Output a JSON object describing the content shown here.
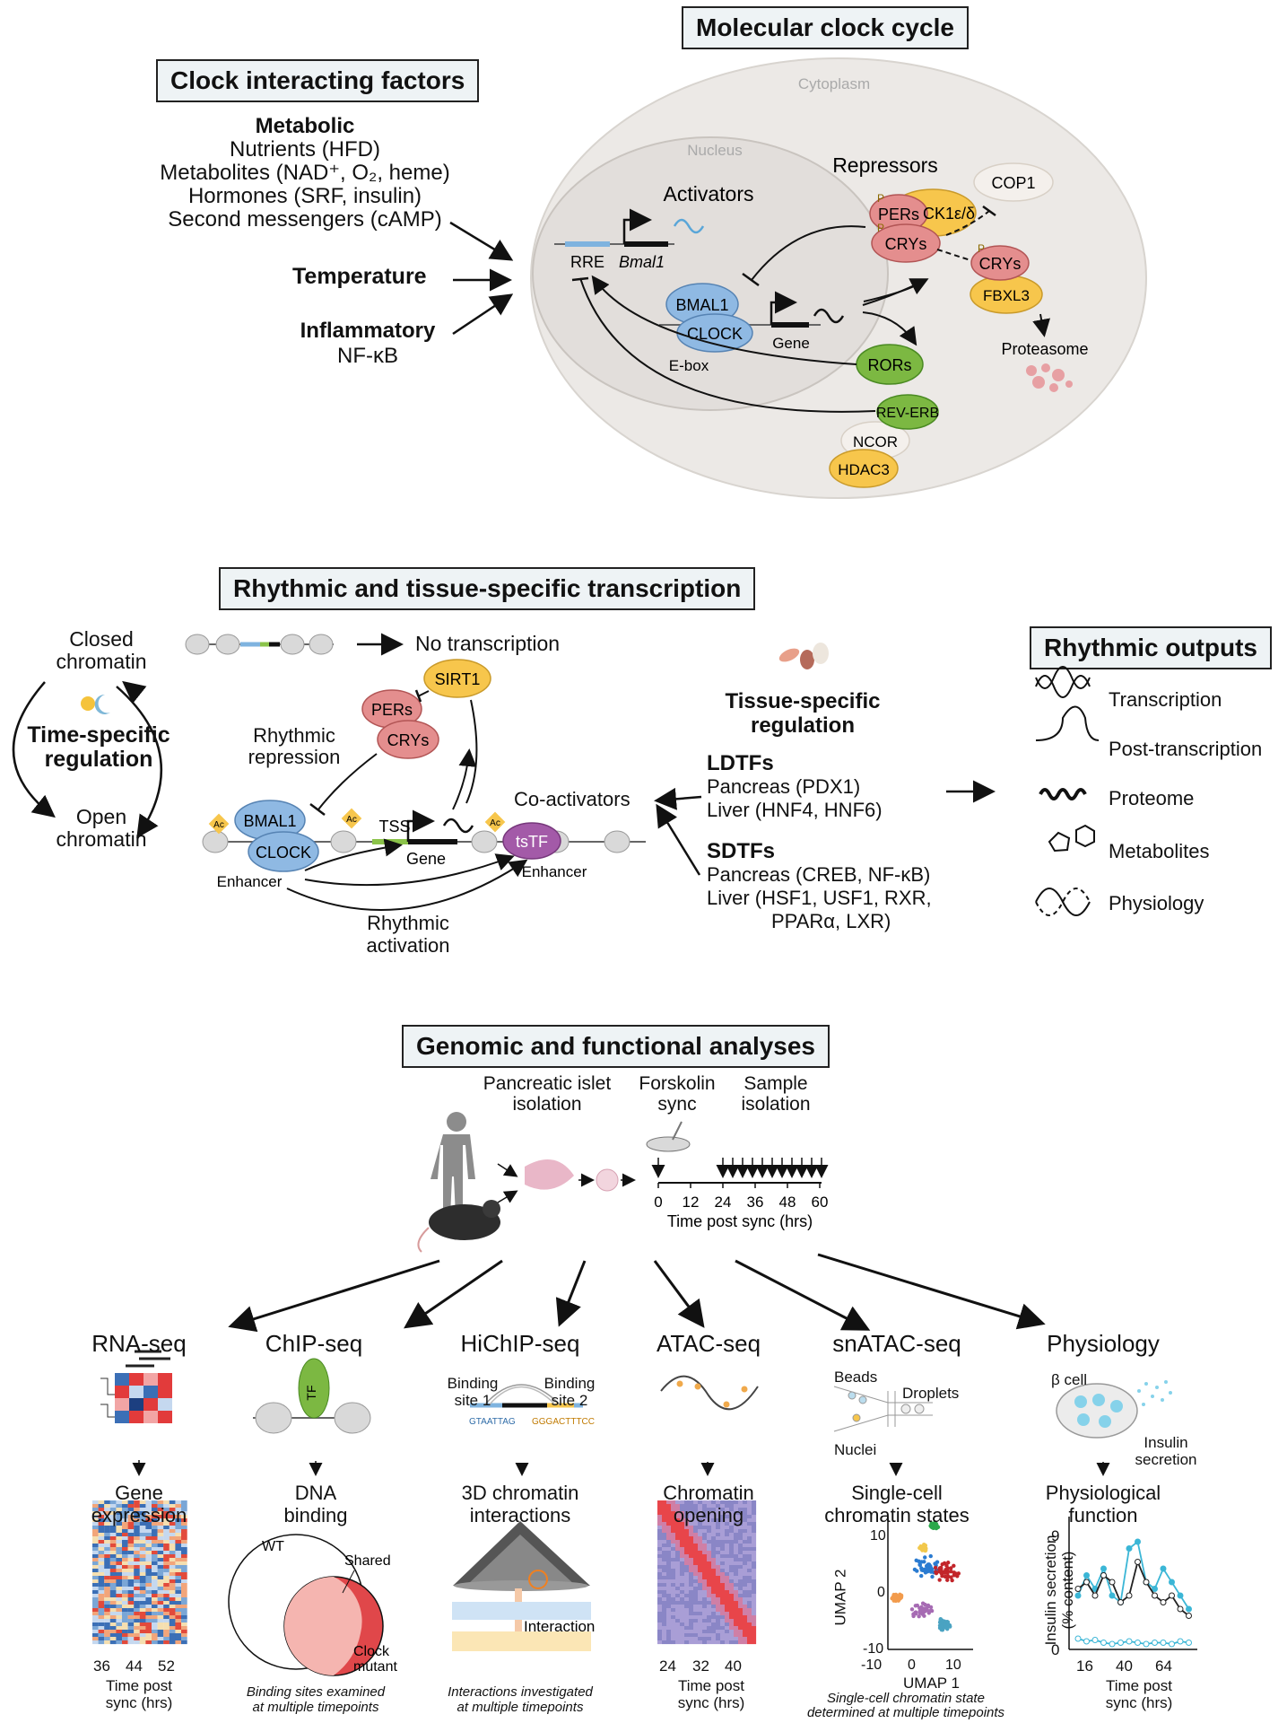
{
  "section1": {
    "clock_factors_title": "Clock interacting factors",
    "metabolic": {
      "title": "Metabolic",
      "lines": [
        "Nutrients (HFD)",
        "Metabolites (NAD⁺, O₂, heme)",
        "Hormones (SRF, insulin)",
        "Second messengers (cAMP)"
      ]
    },
    "temperature": "Temperature",
    "inflammatory": {
      "title": "Inflammatory",
      "line": "NF-κB"
    },
    "cycle_title": "Molecular clock cycle",
    "cytoplasm": "Cytoplasm",
    "nucleus": "Nucleus",
    "activators": "Activators",
    "repressors": "Repressors",
    "rre": "RRE",
    "bmal1_gene": "Bmal1",
    "bmal1": "BMAL1",
    "clock": "CLOCK",
    "ebox": "E-box",
    "gene": "Gene",
    "pers": "PERs",
    "crys": "CRYs",
    "ck1": "CK1ε/δ",
    "cop1": "COP1",
    "fbxl3": "FBXL3",
    "proteasome": "Proteasome",
    "rors": "RORs",
    "reverb": "REV-ERB",
    "ncor": "NCOR",
    "hdac3": "HDAC3",
    "p": "P"
  },
  "section2": {
    "title": "Rhythmic and tissue-specific transcription",
    "closed": [
      "Closed",
      "chromatin"
    ],
    "open": [
      "Open",
      "chromatin"
    ],
    "time_specific": [
      "Time-specific",
      "regulation"
    ],
    "no_transcription": "No transcription",
    "rhythmic_repression": [
      "Rhythmic",
      "repression"
    ],
    "rhythmic_activation": [
      "Rhythmic",
      "activation"
    ],
    "sirt1": "SIRT1",
    "pers": "PERs",
    "crys": "CRYs",
    "bmal1": "BMAL1",
    "clock": "CLOCK",
    "tss": "TSS",
    "gene": "Gene",
    "enhancer": "Enhancer",
    "tstf": "tsTF",
    "coactivators": "Co-activators",
    "ac": "Ac",
    "tissue_specific": [
      "Tissue-specific",
      "regulation"
    ],
    "ldtfs": {
      "title": "LDTFs",
      "lines": [
        "Pancreas (PDX1)",
        "Liver (HNF4, HNF6)"
      ]
    },
    "sdtfs": {
      "title": "SDTFs",
      "lines": [
        "Pancreas (CREB, NF-κB)",
        "Liver (HSF1, USF1, RXR,",
        "PPARα, LXR)"
      ]
    },
    "outputs_title": "Rhythmic outputs",
    "outputs": [
      "Transcription",
      "Post-transcription",
      "Proteome",
      "Metabolites",
      "Physiology"
    ]
  },
  "section3": {
    "title": "Genomic and functional analyses",
    "islet_isolation": [
      "Pancreatic islet",
      "isolation"
    ],
    "forskolin": [
      "Forskolin",
      "sync"
    ],
    "sample_isolation": [
      "Sample",
      "isolation"
    ],
    "timeline_ticks": [
      "0",
      "12",
      "24",
      "36",
      "48",
      "60"
    ],
    "timeline_label": "Time post sync (hrs)",
    "assays": [
      {
        "name": "RNA-seq",
        "result": [
          "Gene",
          "expression"
        ],
        "xticks": [
          "36",
          "44",
          "52"
        ],
        "xlabel": [
          "Time post",
          "sync (hrs)"
        ]
      },
      {
        "name": "ChIP-seq",
        "result": [
          "DNA",
          "binding"
        ],
        "tf": "TF",
        "wt": "WT",
        "shared": "Shared",
        "mutant": [
          "Clock",
          "mutant"
        ],
        "note": [
          "Binding sites examined",
          "at multiple timepoints"
        ]
      },
      {
        "name": "HiChIP-seq",
        "binding1": [
          "Binding",
          "site 1"
        ],
        "binding2": [
          "Binding",
          "site 2"
        ],
        "result": [
          "3D chromatin",
          "interactions"
        ],
        "interaction": "Interaction",
        "note": [
          "Interactions investigated",
          "at multiple timepoints"
        ]
      },
      {
        "name": "ATAC-seq",
        "result": [
          "Chromatin",
          "opening"
        ],
        "xticks": [
          "24",
          "32",
          "40"
        ],
        "xlabel": [
          "Time post",
          "sync (hrs)"
        ]
      },
      {
        "name": "snATAC-seq",
        "beads": "Beads",
        "droplets": "Droplets",
        "nuclei": "Nuclei",
        "result": [
          "Single-cell",
          "chromatin states"
        ],
        "ylabel": "UMAP 2",
        "xlabel": "UMAP 1",
        "xticks": [
          "-10",
          "0",
          "10"
        ],
        "yticks": [
          "10",
          "0",
          "-10"
        ],
        "note": [
          "Single-cell chromatin state",
          "determined at multiple timepoints"
        ]
      },
      {
        "name": "Physiology",
        "beta": "β cell",
        "insulin": [
          "Insulin",
          "secretion"
        ],
        "result": [
          "Physiological",
          "function"
        ],
        "ylabel": [
          "Insulin secretion",
          "(% content)"
        ],
        "yticks": [
          "9",
          "0"
        ],
        "xticks": [
          "16",
          "40",
          "64"
        ],
        "xlabel": [
          "Time post",
          "sync (hrs)"
        ]
      }
    ]
  },
  "colors": {
    "bmal1": "#8fb9e3",
    "pers": "#e48e8e",
    "ck1": "#f7c64c",
    "green": "#7cb842",
    "tstf": "#a35aa8",
    "cyto": "#ece9e6"
  }
}
